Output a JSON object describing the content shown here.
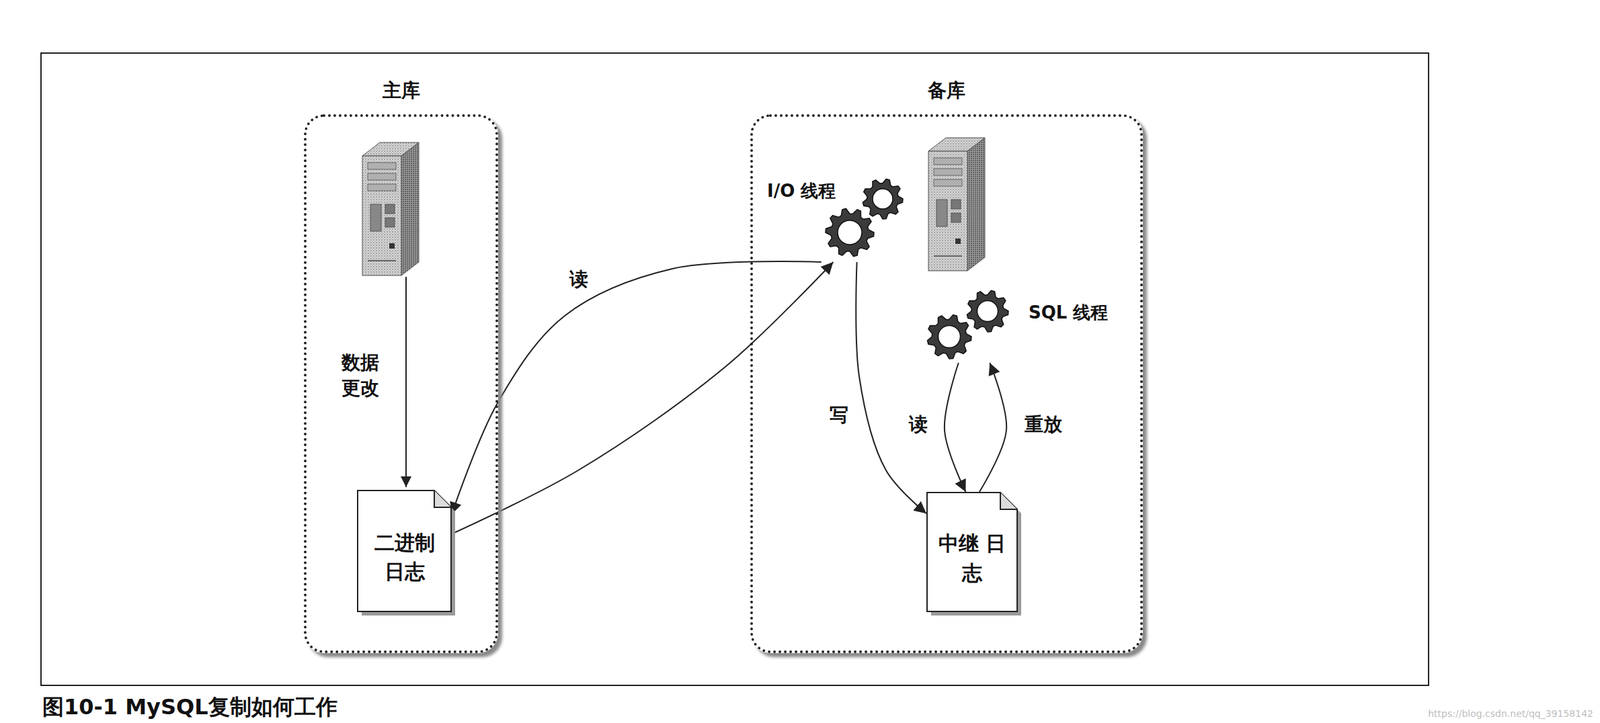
{
  "diagram": {
    "caption": "图10-1 MySQL复制如何工作",
    "nodes": [
      {
        "text": [
          "主库"
        ]
      },
      {
        "text": [
          "二进制 日志"
        ],
        "in": 0
      },
      {
        "text": [
          "备库"
        ]
      },
      {
        "text": [
          "I/O 线程"
        ],
        "in": 2
      },
      {
        "text": [
          "SQL 线程"
        ],
        "in": 2
      },
      {
        "text": [
          "中继 日志"
        ],
        "in": 2
      }
    ],
    "edges": [
      {
        "from": 3,
        "to": 1,
        "label": "读",
        "arrow": "to"
      },
      {
        "from": 1,
        "to": 3,
        "arrow": "to"
      },
      {
        "from": 3,
        "to": 5,
        "label": "写",
        "arrow": "to"
      },
      {
        "from": 4,
        "to": 5,
        "label": "读",
        "arrow": "to"
      },
      {
        "from": 5,
        "to": 4,
        "label": "重放",
        "arrow": "to"
      }
    ],
    "labels": [
      "数据 更改",
      "https://blog.csdn.net/qq_39158142"
    ]
  }
}
